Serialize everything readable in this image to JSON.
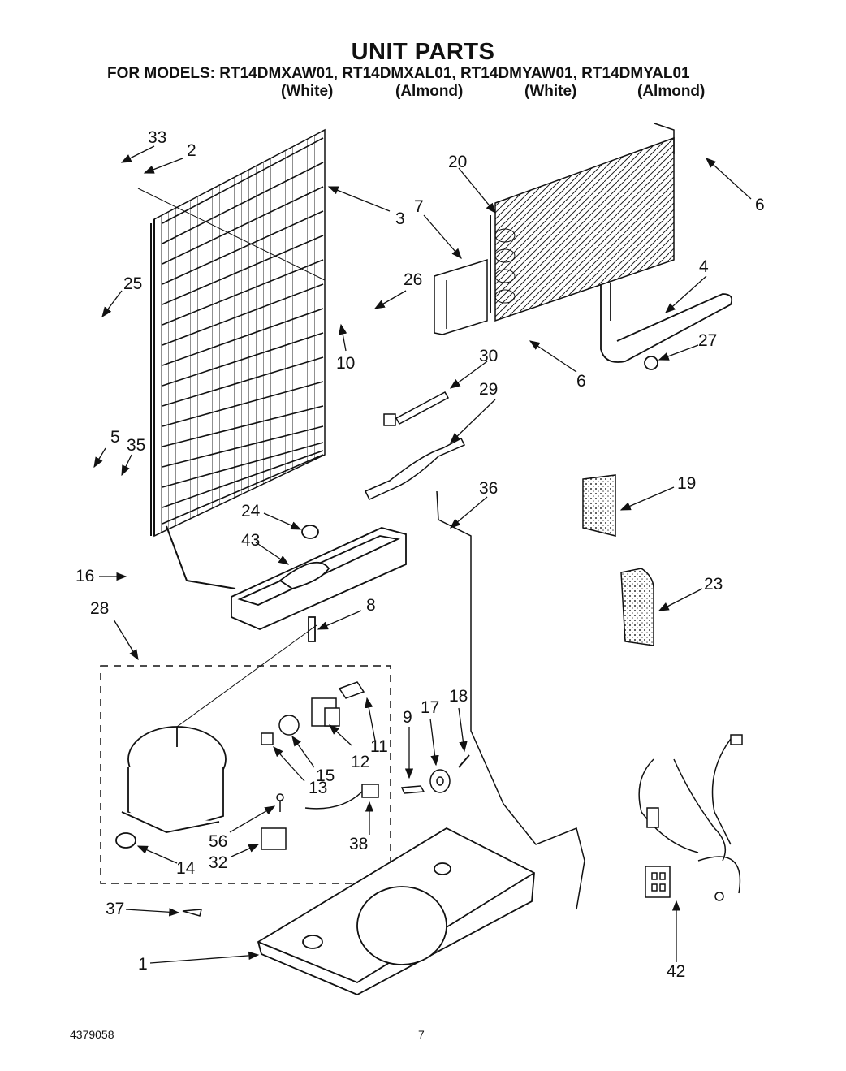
{
  "header": {
    "title": "UNIT PARTS",
    "models_line": "FOR MODELS: RT14DMXAW01, RT14DMXAL01, RT14DMYAW01, RT14DMYAL01",
    "colors": [
      "(White)",
      "(Almond)",
      "(White)",
      "(Almond)"
    ]
  },
  "parts": {
    "p33": "33",
    "p2": "2",
    "p3": "3",
    "p7": "7",
    "p20": "20",
    "p6a": "6",
    "p25": "25",
    "p26": "26",
    "p10": "10",
    "p4": "4",
    "p27": "27",
    "p6b": "6",
    "p30": "30",
    "p29": "29",
    "p5": "5",
    "p35": "35",
    "p36": "36",
    "p19": "19",
    "p24": "24",
    "p43": "43",
    "p16": "16",
    "p8": "8",
    "p23": "23",
    "p28": "28",
    "p9": "9",
    "p17": "17",
    "p18": "18",
    "p11": "11",
    "p12": "12",
    "p15": "15",
    "p13": "13",
    "p56": "56",
    "p38": "38",
    "p32": "32",
    "p14": "14",
    "p37": "37",
    "p1": "1",
    "p42": "42"
  },
  "footer": {
    "doc_number": "4379058",
    "page_number": "7"
  }
}
